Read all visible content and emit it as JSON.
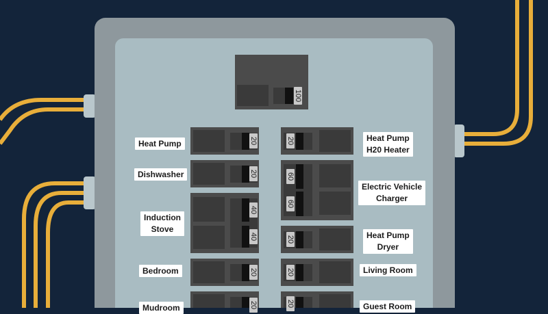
{
  "colors": {
    "background": "#13243a",
    "wire": "#e8ae3a",
    "panel_outer": "#8e989d",
    "panel_inner": "#a9bcc2",
    "breaker": "#3b3b3b",
    "label_bg": "#ffffff"
  },
  "main_breaker": {
    "amps": "100"
  },
  "left_breakers": [
    {
      "label_lines": [
        "Heat Pump"
      ],
      "amps": "20"
    },
    {
      "label_lines": [
        "Dishwasher"
      ],
      "amps": "20"
    },
    {
      "label_lines": [
        "Induction",
        "Stove"
      ],
      "amps": "40",
      "amps2": "40"
    },
    {
      "label_lines": [
        "Bedroom"
      ],
      "amps": "20"
    },
    {
      "label_lines": [
        "Mudroom"
      ],
      "amps": "20"
    }
  ],
  "right_breakers": [
    {
      "label_lines": [
        "Heat Pump",
        "H20 Heater"
      ],
      "amps": "20"
    },
    {
      "label_lines": [
        "Electric Vehicle",
        "Charger"
      ],
      "amps": "60",
      "amps2": "60"
    },
    {
      "label_lines": [
        "Heat Pump",
        "Dryer"
      ],
      "amps": "20"
    },
    {
      "label_lines": [
        "Living Room"
      ],
      "amps": "20"
    },
    {
      "label_lines": [
        "Guest Room"
      ],
      "amps": "20"
    }
  ]
}
